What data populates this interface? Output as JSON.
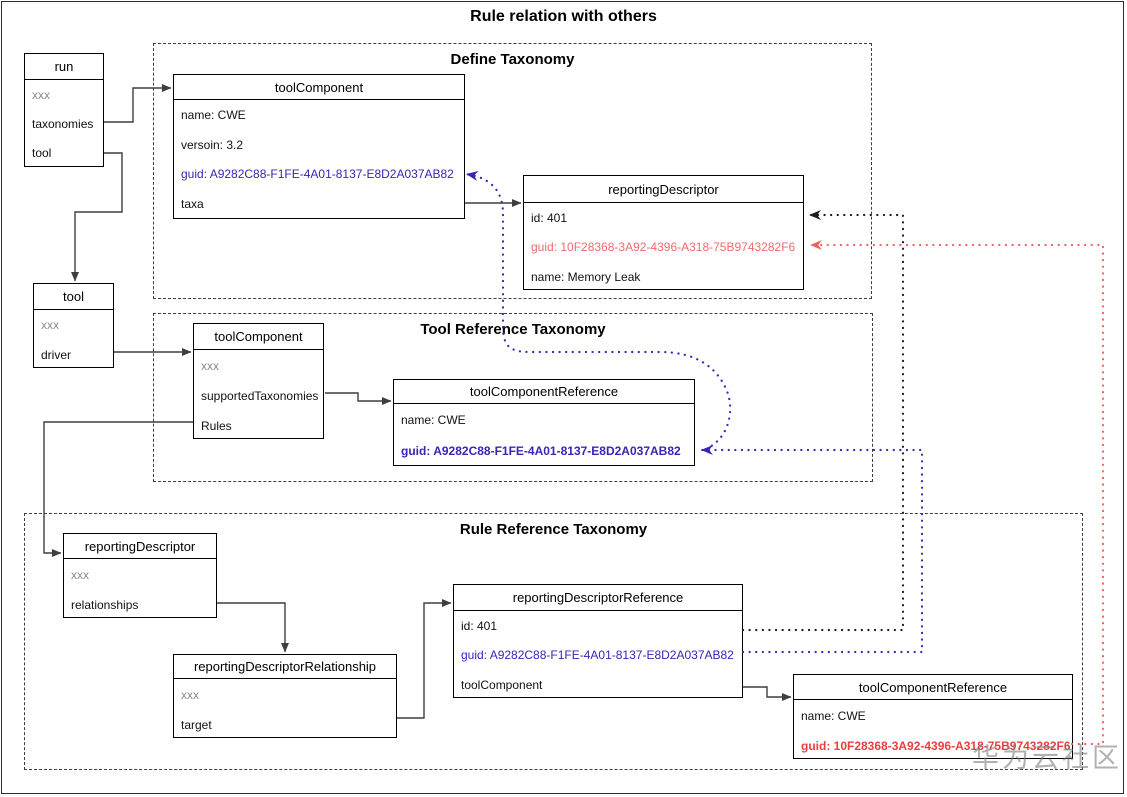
{
  "diagram": {
    "title": "Rule relation with others",
    "watermark": "华为云社区",
    "palette": {
      "guid_blue": "#3E22B4",
      "guid_red": "#F16A6A",
      "guid_red_bold": "#E84040",
      "solid_line": "#3f3f3f",
      "dotted_black": "#222222"
    },
    "groups": {
      "define": {
        "title": "Define Taxonomy"
      },
      "tool_ref": {
        "title": "Tool Reference Taxonomy"
      },
      "rule_ref": {
        "title": "Rule Reference Taxonomy"
      }
    },
    "entities": {
      "run": {
        "title": "run",
        "rows": [
          {
            "text": "xxx"
          },
          {
            "text": "taxonomies"
          },
          {
            "text": "tool"
          }
        ]
      },
      "tool": {
        "title": "tool",
        "rows": [
          {
            "text": "xxx"
          },
          {
            "text": "driver"
          }
        ]
      },
      "tc_define": {
        "title": "toolComponent",
        "rows": [
          {
            "text": "name: CWE"
          },
          {
            "text": "versoin: 3.2"
          },
          {
            "text": "guid: A9282C88-F1FE-4A01-8137-E8D2A037AB82"
          },
          {
            "text": "taxa"
          }
        ]
      },
      "rd_define": {
        "title": "reportingDescriptor",
        "rows": [
          {
            "text": "id: 401"
          },
          {
            "text": "guid: 10F28368-3A92-4396-A318-75B9743282F6"
          },
          {
            "text": "name: Memory Leak"
          }
        ]
      },
      "tc_toolref": {
        "title": "toolComponent",
        "rows": [
          {
            "text": "xxx"
          },
          {
            "text": "supportedTaxonomies"
          },
          {
            "text": "Rules"
          }
        ]
      },
      "tcr_toolref": {
        "title": "toolComponentReference",
        "rows": [
          {
            "text": "name: CWE"
          },
          {
            "text": "guid: A9282C88-F1FE-4A01-8137-E8D2A037AB82"
          }
        ]
      },
      "rd_ruleref": {
        "title": "reportingDescriptor",
        "rows": [
          {
            "text": "xxx"
          },
          {
            "text": "relationships"
          }
        ]
      },
      "rd_rel": {
        "title": "reportingDescriptorRelationship",
        "rows": [
          {
            "text": "xxx"
          },
          {
            "text": "target"
          }
        ]
      },
      "rd_ref": {
        "title": "reportingDescriptorReference",
        "rows": [
          {
            "text": "id: 401"
          },
          {
            "text": "guid: A9282C88-F1FE-4A01-8137-E8D2A037AB82"
          },
          {
            "text": "toolComponent"
          }
        ]
      },
      "tcr_ruleref": {
        "title": "toolComponentReference",
        "rows": [
          {
            "text": "name: CWE"
          },
          {
            "text": "guid: 10F28368-3A92-4396-A318-75B9743282F6"
          }
        ]
      }
    },
    "connections": [
      {
        "from": "run.taxonomies",
        "to": "tc_define",
        "style": "solid"
      },
      {
        "from": "run.tool",
        "to": "tool",
        "style": "solid"
      },
      {
        "from": "tool.driver",
        "to": "tc_toolref",
        "style": "solid"
      },
      {
        "from": "tc_define.taxa",
        "to": "rd_define",
        "style": "solid"
      },
      {
        "from": "tc_toolref.supportedTaxonomies",
        "to": "tcr_toolref",
        "style": "solid"
      },
      {
        "from": "tc_toolref.Rules",
        "to": "rd_ruleref",
        "style": "solid"
      },
      {
        "from": "rd_ruleref.relationships",
        "to": "rd_rel",
        "style": "solid"
      },
      {
        "from": "rd_rel.target",
        "to": "rd_ref",
        "style": "solid"
      },
      {
        "from": "rd_ref.toolComponent",
        "to": "tcr_ruleref",
        "style": "solid"
      },
      {
        "from": "tcr_toolref.guid",
        "to": "tc_define.guid",
        "style": "dotted",
        "color": "blue"
      },
      {
        "from": "rd_ref.guid",
        "to": "tcr_toolref.guid",
        "style": "dotted",
        "color": "blue"
      },
      {
        "from": "rd_ref.id",
        "to": "rd_define.id",
        "style": "dotted",
        "color": "black"
      },
      {
        "from": "tcr_ruleref.guid",
        "to": "rd_define.guid",
        "style": "dotted",
        "color": "red"
      }
    ]
  }
}
